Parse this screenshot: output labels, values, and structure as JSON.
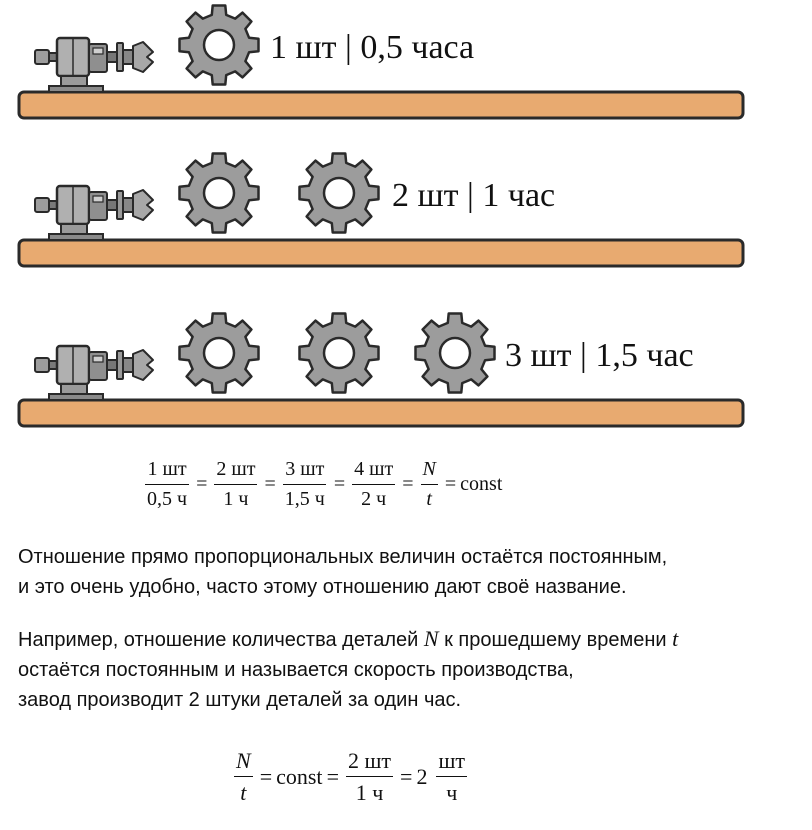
{
  "rows": [
    {
      "label": "1 шт | 0,5 часа",
      "gears": 1
    },
    {
      "label": "2 шт | 1 час",
      "gears": 2
    },
    {
      "label": "3 шт | 1,5 час",
      "gears": 3
    }
  ],
  "formula_1": {
    "fractions": [
      {
        "num": "1 шт",
        "den": "0,5 ч"
      },
      {
        "num": "2 шт",
        "den": "1 ч"
      },
      {
        "num": "3 шт",
        "den": "1,5 ч"
      },
      {
        "num": "4 шт",
        "den": "2  ч"
      },
      {
        "num": "N",
        "den": "t"
      }
    ],
    "equals": "=",
    "tail": "const"
  },
  "paragraph_1": [
    "Отношение прямо пропорциональных величин остаётся постоянным,",
    "и это очень удобно, часто этому отношению дают своё название."
  ],
  "paragraph_2": {
    "line1_before": "Например, отношение количества деталей ",
    "var_N": "N",
    "line1_middle": " к прошедшему времени ",
    "var_t": "t",
    "line2": "остаётся постоянным и называется скорость производства,",
    "line3": "завод производит 2 штуки деталей за один час."
  },
  "formula_2": {
    "frac1": {
      "num": "N",
      "den": "t"
    },
    "equals": "=",
    "const": "const",
    "frac2": {
      "num": "2 шт",
      "den": "1 ч"
    },
    "value": "2",
    "frac3": {
      "num": "шт",
      "den": "ч"
    }
  },
  "colors": {
    "belt_fill": "#e8aa70",
    "belt_stroke": "#2a2a2a",
    "gear_fill": "#9c9c9c",
    "gear_stroke": "#2a2a2a",
    "machine_fill": "#9d9d9d",
    "machine_dark": "#5e5e5e"
  }
}
